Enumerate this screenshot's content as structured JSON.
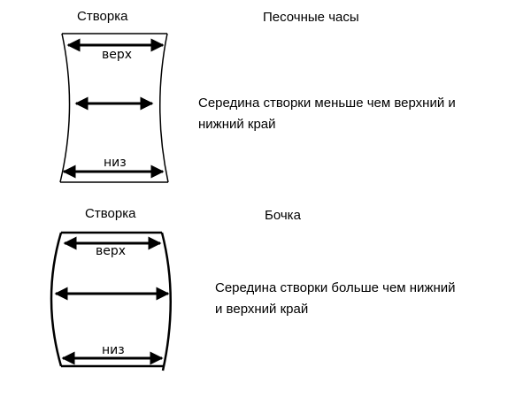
{
  "diagram_1": {
    "shape_label": "Створка",
    "title": "Песочные часы",
    "top_label": "верх",
    "bottom_label": "низ",
    "description_line1": "Середина створки меньше чем верхний и",
    "description_line2": "нижний край"
  },
  "diagram_2": {
    "shape_label": "Створка",
    "title": "Бочка",
    "top_label": "верх",
    "bottom_label": "низ",
    "description_line1": "Середина створки больше чем нижний",
    "description_line2": "и верхний край"
  },
  "colors": {
    "stroke": "#000000",
    "background": "#ffffff"
  }
}
